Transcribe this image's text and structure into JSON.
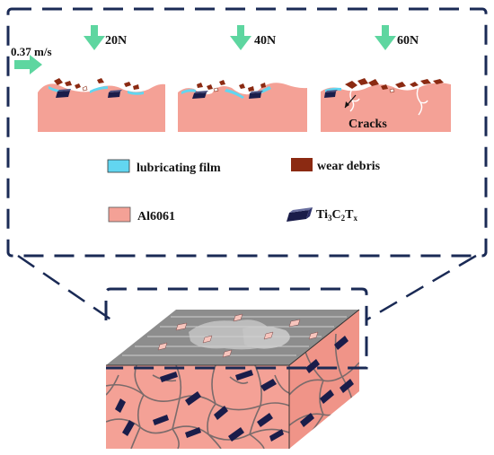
{
  "speed_label": "0.37 m/s",
  "loads": [
    {
      "label": "20N"
    },
    {
      "label": "40N"
    },
    {
      "label": "60N"
    }
  ],
  "annotation_cracks": "Cracks",
  "legend": {
    "lubricating_film": "lubricating film",
    "wear_debris": "wear debris",
    "al6061": "Al6061",
    "ti3c2tx": {
      "base1": "Ti",
      "sub1": "3",
      "base2": "C",
      "sub2": "2",
      "base3": "T",
      "sub3": "x"
    }
  },
  "colors": {
    "matrix": "#f4a196",
    "film": "#62d6f0",
    "debris": "#8b2a12",
    "flake": "#1a1d4a",
    "arrow": "#5ed6a0",
    "frame": "#1a2a55",
    "grain": "#7a6b6b",
    "worn_top": "#8d8d8d",
    "worn_patch": "#bcbcbc"
  },
  "icons": [
    "load-arrow-icon",
    "speed-arrow-icon",
    "crack-icon"
  ]
}
